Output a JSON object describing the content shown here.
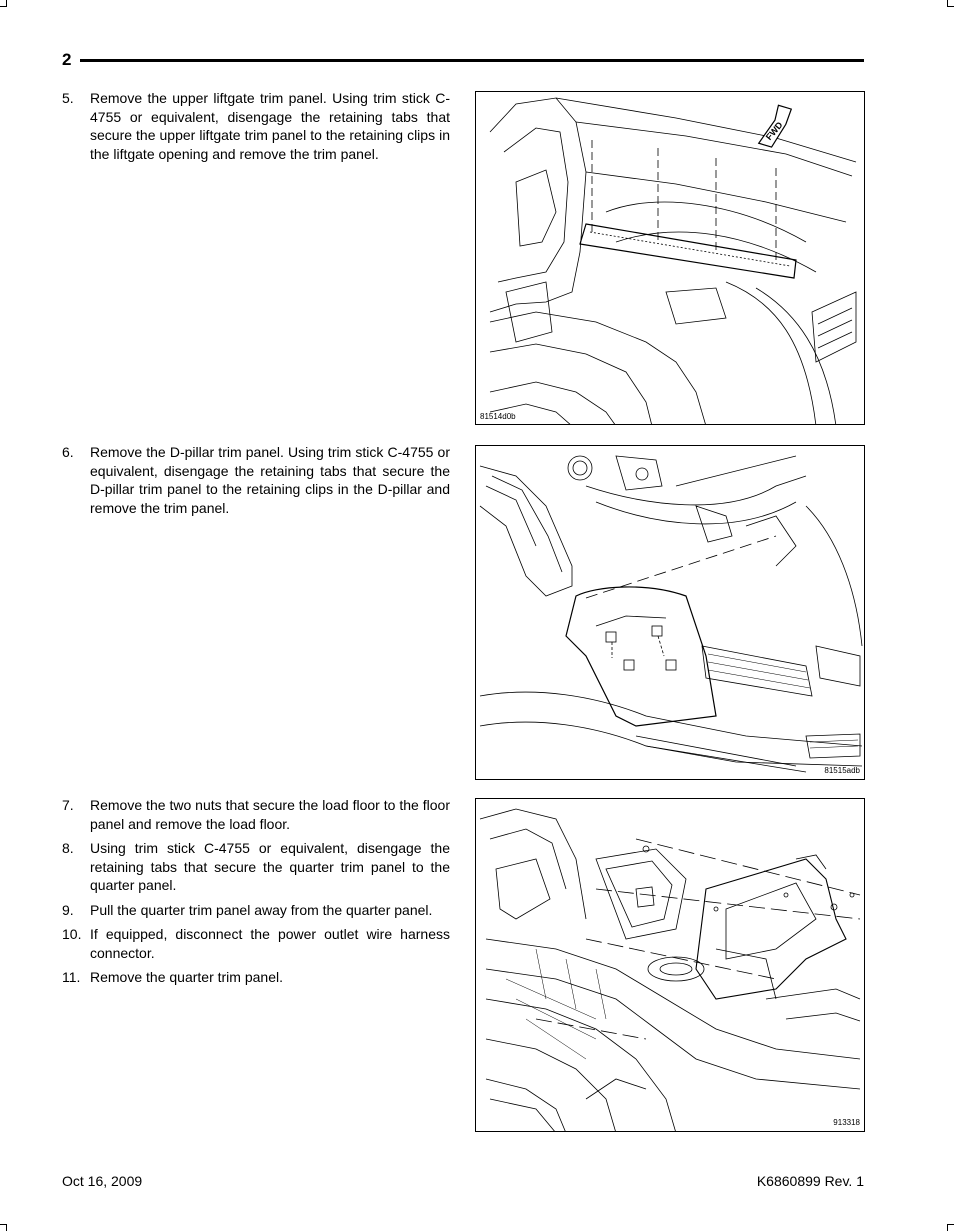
{
  "header": {
    "page_number": "2"
  },
  "sections": [
    {
      "steps": [
        {
          "number": "5.",
          "text": "Remove the upper liftgate trim panel.  Using trim stick C-4755 or equivalent, disengage the retaining tabs that secure the upper liftgate trim panel to the retaining clips in the liftgate opening and remove the trim panel."
        }
      ],
      "figure": {
        "id": "81514d0b",
        "fwd_label": "FWD"
      }
    },
    {
      "steps": [
        {
          "number": "6.",
          "text": "Remove the D-pillar trim panel.  Using trim stick C-4755 or equivalent, disengage the retaining tabs that secure the D-pillar trim panel to the retaining clips in the D-pillar and remove the trim panel."
        }
      ],
      "figure": {
        "id": "81515adb"
      }
    },
    {
      "steps": [
        {
          "number": "7.",
          "text": "Remove the two nuts that secure the load floor to the floor panel and remove the load floor."
        },
        {
          "number": "8.",
          "text": "Using trim stick C-4755 or equivalent, disengage the retaining tabs that secure the quarter trim panel to the quarter panel."
        },
        {
          "number": "9.",
          "text": "Pull the quarter trim panel away from the quarter panel."
        },
        {
          "number": "10.",
          "text": "If equipped, disconnect the power outlet wire harness connector."
        },
        {
          "number": "11.",
          "text": "Remove the quarter trim panel."
        }
      ],
      "figure": {
        "id": "913318"
      }
    }
  ],
  "footer": {
    "date": "Oct 16, 2009",
    "doc_number": "K6860899 Rev. 1"
  }
}
